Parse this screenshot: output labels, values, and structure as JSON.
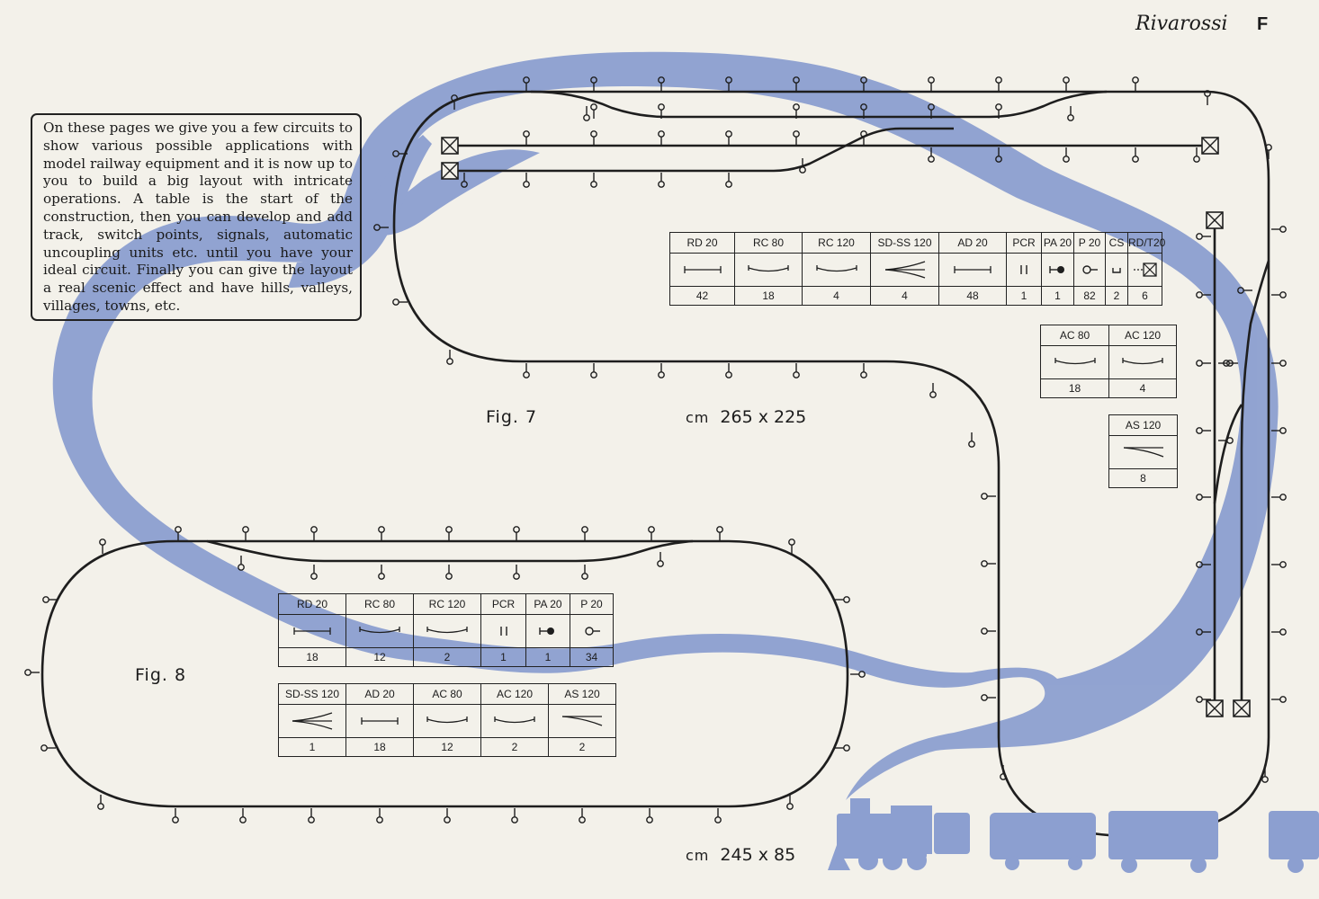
{
  "header": {
    "brand": "Rivarossi",
    "page_letter": "F"
  },
  "intro_text": "On these pages we give you a few circuits to show various possible applications with model railway equipment and it is now up to you to build a big layout with intricate operations. A table is the start of the construction, then you can develop and add track, switch points, signals, automatic uncoupling units etc. until you have your ideal circuit. Finally you can give the layout a real scenic effect and have hills, valleys, villages, towns, etc.",
  "fig7": {
    "label": "Fig. 7",
    "size_unit": "cm",
    "size": "265 x 225",
    "main_table": {
      "headers": [
        "RD 20",
        "RC 80",
        "RC 120",
        "SD-SS 120",
        "AD 20",
        "PCR",
        "PA 20",
        "P 20",
        "CS",
        "RD/T20"
      ],
      "symbols": [
        "straight-track-icon",
        "curve-track-icon",
        "curve-track-icon",
        "switch-points-icon",
        "straight-track-icon",
        "uncoupler-icon",
        "signal-icon",
        "pole-icon",
        "track-contact-icon",
        "buffer-stop-icon"
      ],
      "quantities": [
        "42",
        "18",
        "4",
        "4",
        "48",
        "1",
        "1",
        "82",
        "2",
        "6"
      ]
    },
    "ac_table": {
      "headers": [
        "AC 80",
        "AC 120"
      ],
      "symbols": [
        "curve-track-icon",
        "curve-track-icon"
      ],
      "quantities": [
        "18",
        "4"
      ]
    },
    "as_table": {
      "headers": [
        "AS 120"
      ],
      "symbols": [
        "switch-track-icon"
      ],
      "quantities": [
        "8"
      ]
    }
  },
  "fig8": {
    "label": "Fig. 8",
    "size_unit": "cm",
    "size": "245 x 85",
    "table1": {
      "headers": [
        "RD 20",
        "RC 80",
        "RC 120",
        "PCR",
        "PA 20",
        "P 20"
      ],
      "symbols": [
        "straight-track-icon",
        "curve-track-icon",
        "curve-track-icon",
        "uncoupler-icon",
        "signal-icon",
        "pole-icon"
      ],
      "quantities": [
        "18",
        "12",
        "2",
        "1",
        "1",
        "34"
      ]
    },
    "table2": {
      "headers": [
        "SD-SS 120",
        "AD 20",
        "AC 80",
        "AC 120",
        "AS 120"
      ],
      "symbols": [
        "switch-points-icon",
        "straight-track-icon",
        "curve-track-icon",
        "curve-track-icon",
        "switch-track-icon"
      ],
      "quantities": [
        "1",
        "18",
        "12",
        "2",
        "2"
      ]
    }
  },
  "colors": {
    "river": "#8c9fd0",
    "train": "#8c9fd0",
    "track": "#1e1e1e",
    "paper": "#f3f1ea"
  }
}
